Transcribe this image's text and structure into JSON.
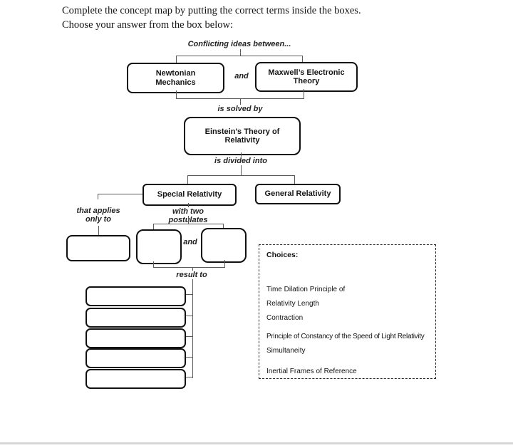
{
  "colors": {
    "ink": "#141414",
    "box_border": "#101010",
    "connector": "#5a5a5a",
    "divider": "#d6d6d6"
  },
  "instructions": {
    "line1": "Complete the concept map by putting the correct terms inside the boxes.",
    "line2": "Choose your answer from the box below:"
  },
  "concept_map": {
    "root_label": "Conflicting ideas between...",
    "and_label": "and",
    "box_newtonian": "Newtonian Mechanics",
    "box_maxwell": "Maxwell’s Electronic Theory",
    "solved_by_label": "is solved by",
    "box_einstein": "Einstein’s Theory of Relativity",
    "divided_into_label": "is divided into",
    "box_special": "Special Relativity",
    "box_general": "General Relativity",
    "applies_label": "that applies only to",
    "postulates_label": "with two postulates",
    "result_label": "result to"
  },
  "choices": {
    "title": "Choices:",
    "items": [
      "Time Dilation Principle of",
      "Relativity Length",
      "Contraction",
      "Principle of Constancy of the Speed of Light Relativity",
      "Simultaneity",
      "Inertial Frames of Reference"
    ]
  }
}
